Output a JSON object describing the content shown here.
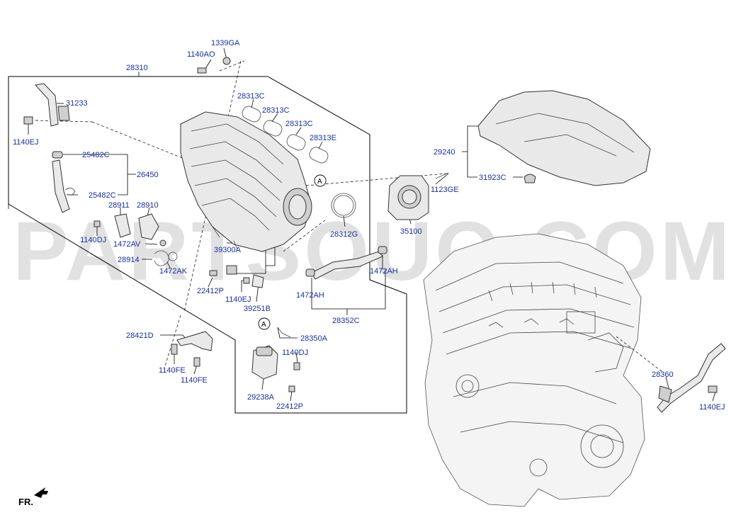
{
  "watermark": "PARTSOUQ.COM",
  "orientation_marker": "FR.",
  "reference_marker": "A",
  "labels": {
    "p1339GA": "1339GA",
    "p1140AO": "1140AO",
    "p28310": "28310",
    "p31233": "31233",
    "p1140EJ_a": "1140EJ",
    "p25482C_a": "25482C",
    "p26450": "26450",
    "p25482C_b": "25482C",
    "p28911": "28911",
    "p28910": "28910",
    "p1140DJ_a": "1140DJ",
    "p1472AV": "1472AV",
    "p28914": "28914",
    "p1472AK": "1472AK",
    "p28313C_a": "28313C",
    "p28313C_b": "28313C",
    "p28313C_c": "28313C",
    "p28313E": "28313E",
    "p29240": "29240",
    "p31923C": "31923C",
    "p1123GE": "1123GE",
    "p28312G": "28312G",
    "p35100": "35100",
    "p39300A": "39300A",
    "p1472AH_a": "1472AH",
    "p1472AH_b": "1472AH",
    "p22412P_a": "22412P",
    "p1140EJ_b": "1140EJ",
    "p39251B": "39251B",
    "p28352C": "28352C",
    "p28421D": "28421D",
    "p28350A": "28350A",
    "p1140DJ_b": "1140DJ",
    "p1140FE_a": "1140FE",
    "p1140FE_b": "1140FE",
    "p29238A": "29238A",
    "p22412P_b": "22412P",
    "p28360": "28360",
    "p1140EJ_c": "1140EJ"
  }
}
